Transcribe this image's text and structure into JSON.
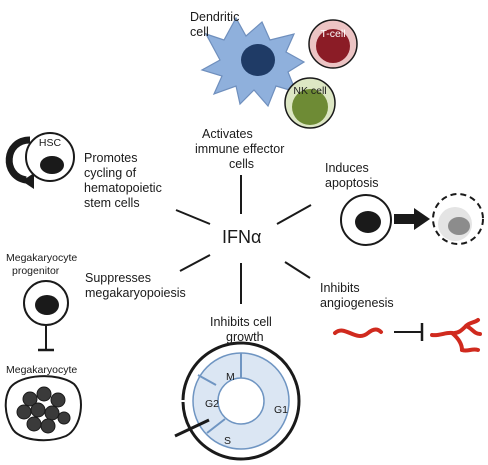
{
  "center": "IFNα",
  "cells": {
    "dendritic": [
      "Dendritic",
      "cell"
    ],
    "tcell": "T-cell",
    "nkcell": "NK cell",
    "hsc": "HSC",
    "mk_progenitor": [
      "Megakaryocyte",
      "progenitor"
    ],
    "megakaryocyte": "Megakaryocyte"
  },
  "effects": {
    "activates": [
      "Activates",
      "immune effector",
      "cells"
    ],
    "promotes": [
      "Promotes",
      "cycling of",
      "hematopoietic",
      "stem cells"
    ],
    "apoptosis": [
      "Induces",
      "apoptosis"
    ],
    "suppresses": [
      "Suppresses",
      "megakaryopoiesis"
    ],
    "angiogenesis": [
      "Inhibits",
      "angiogenesis"
    ],
    "growth": [
      "Inhibits cell",
      "growth"
    ]
  },
  "cycle_phases": [
    "M",
    "G1",
    "S",
    "G2"
  ],
  "colors": {
    "dendritic_fill": "#8fb0dc",
    "dendritic_nucleus": "#1f3b66",
    "tcell_ring": "#ecc4c4",
    "tcell_nucleus": "#8b1c26",
    "nk_ring": "#dde7c4",
    "nk_nucleus": "#6e8b35",
    "cycle_fill": "#dbe6f3",
    "cycle_stroke": "#6f95c2",
    "vessel": "#d02a1e",
    "apoptotic_nucleus": "#8c8c8c"
  }
}
